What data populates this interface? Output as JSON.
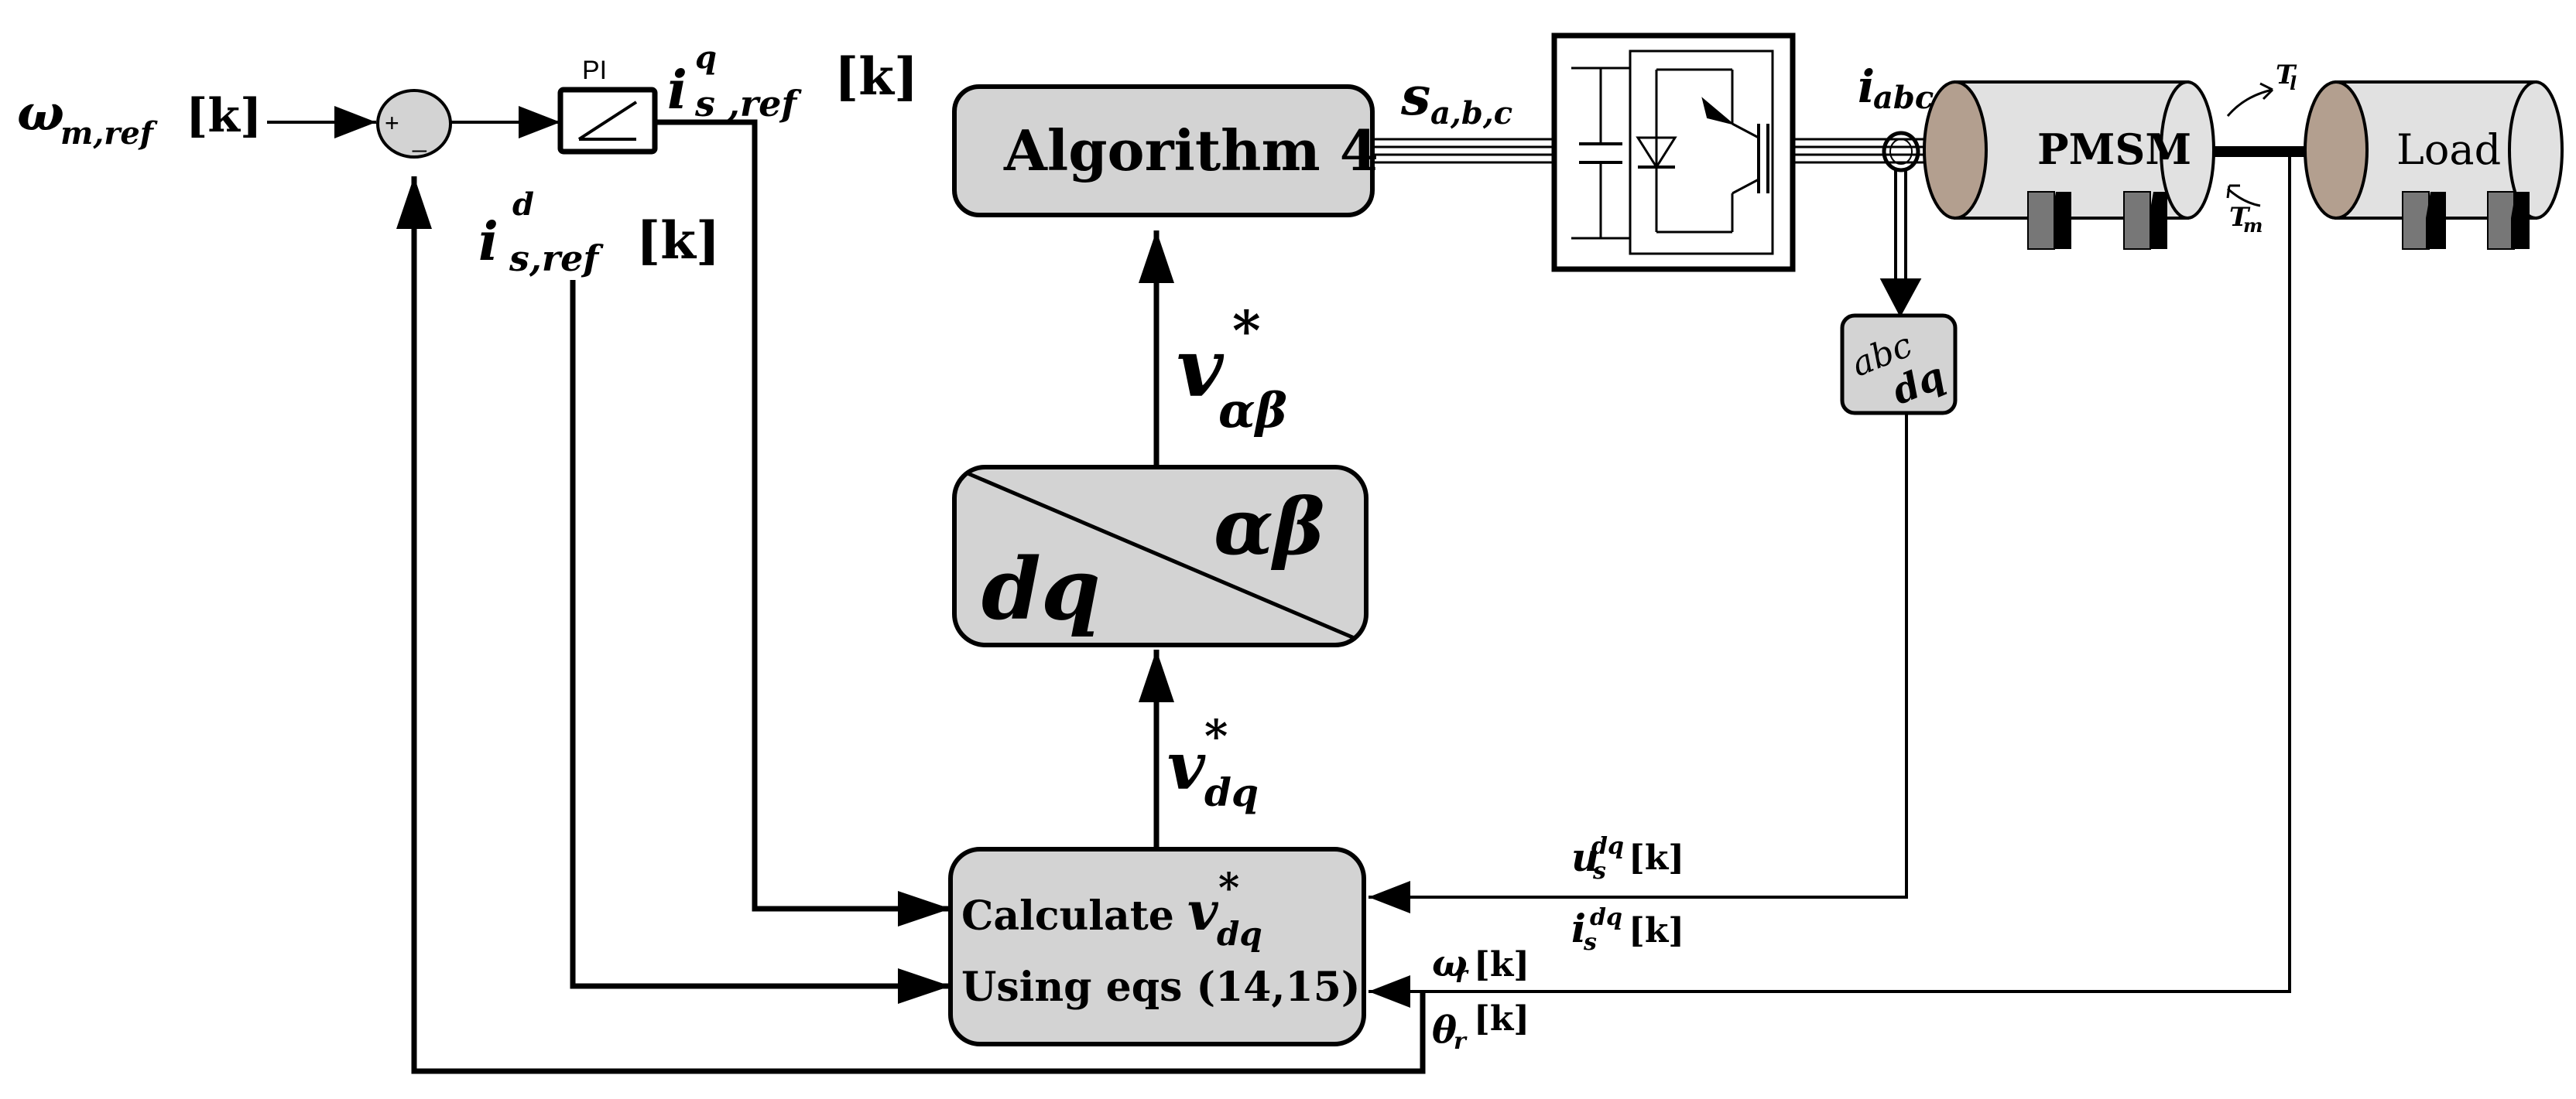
{
  "colors": {
    "background": "#ffffff",
    "stroke": "#000000",
    "block_fill": "#d3d3d3",
    "motor_body": "#e1e1e1",
    "motor_end": "#b39f8f",
    "arrow_dark": "#1a0a0a"
  },
  "labels": {
    "omega_ref_main": "ω",
    "omega_ref_sub": "m,ref",
    "omega_ref_k": "[k]",
    "sum_plus": "+",
    "sum_minus": "_",
    "pi_label": "PI",
    "iq_ref_main": "i",
    "iq_ref_sup": "q",
    "iq_ref_sub": "s ,ref",
    "iq_ref_k": "[k]",
    "id_ref_main": "i",
    "id_ref_sup": "d",
    "id_ref_sub": "s,ref",
    "id_ref_k": "[k]",
    "algorithm_block": "Algorithm 4",
    "switch_main": "s",
    "switch_sub": "a,b,c",
    "v_alphabeta_main": "v",
    "v_alphabeta_star": "*",
    "v_alphabeta_sub": "αβ",
    "transform_left": "dq",
    "transform_right": "αβ",
    "v_dq_main": "v",
    "v_dq_star": "*",
    "v_dq_sub": "dq",
    "calc_line1": "Calculate",
    "calc_v_main": "v",
    "calc_v_star": "*",
    "calc_v_sub": "dq",
    "calc_line2": "Using eqs (14,15)",
    "iabc_main": "i",
    "iabc_sub": "abc",
    "abc_dq_top": "abc",
    "abc_dq_bottom": "dq",
    "pmsm": "PMSM",
    "load": "Load",
    "torque_load_main": "T",
    "torque_load_sub": "l",
    "torque_motor_main": "T",
    "torque_motor_sub": "m",
    "us_main": "u",
    "us_sub": "s",
    "us_sup": "dq",
    "us_k": "[k]",
    "is_main": "i",
    "is_sub": "s",
    "is_sup": "dq",
    "is_k": "[k]",
    "omega_r_main": "ω",
    "omega_r_sub": "r",
    "omega_r_k": "[k]",
    "theta_r_main": "θ",
    "theta_r_sub": "r",
    "theta_r_k": "[k]"
  }
}
